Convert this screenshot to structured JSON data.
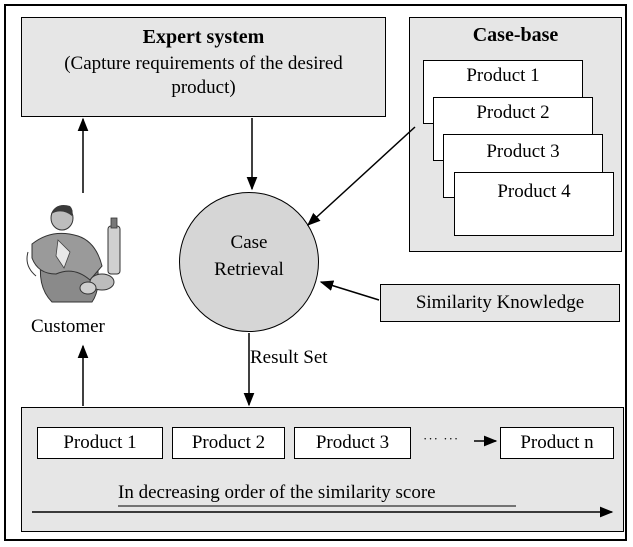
{
  "expert_system": {
    "title": "Expert system",
    "subtitle_line1": "(Capture requirements of the desired",
    "subtitle_line2": "product)"
  },
  "case_base": {
    "title": "Case-base",
    "products": [
      "Product 1",
      "Product 2",
      "Product 3",
      "Product 4"
    ]
  },
  "case_retrieval": {
    "line1": "Case",
    "line2": "Retrieval"
  },
  "similarity_knowledge": "Similarity Knowledge",
  "customer": {
    "label": "Customer",
    "icon": "customer-person-icon"
  },
  "result_set": "Result Set",
  "results": {
    "products": [
      "Product 1",
      "Product 2",
      "Product 3"
    ],
    "ellipsis": "··· ···",
    "last": "Product n",
    "order_caption": "In decreasing order of the similarity score"
  }
}
